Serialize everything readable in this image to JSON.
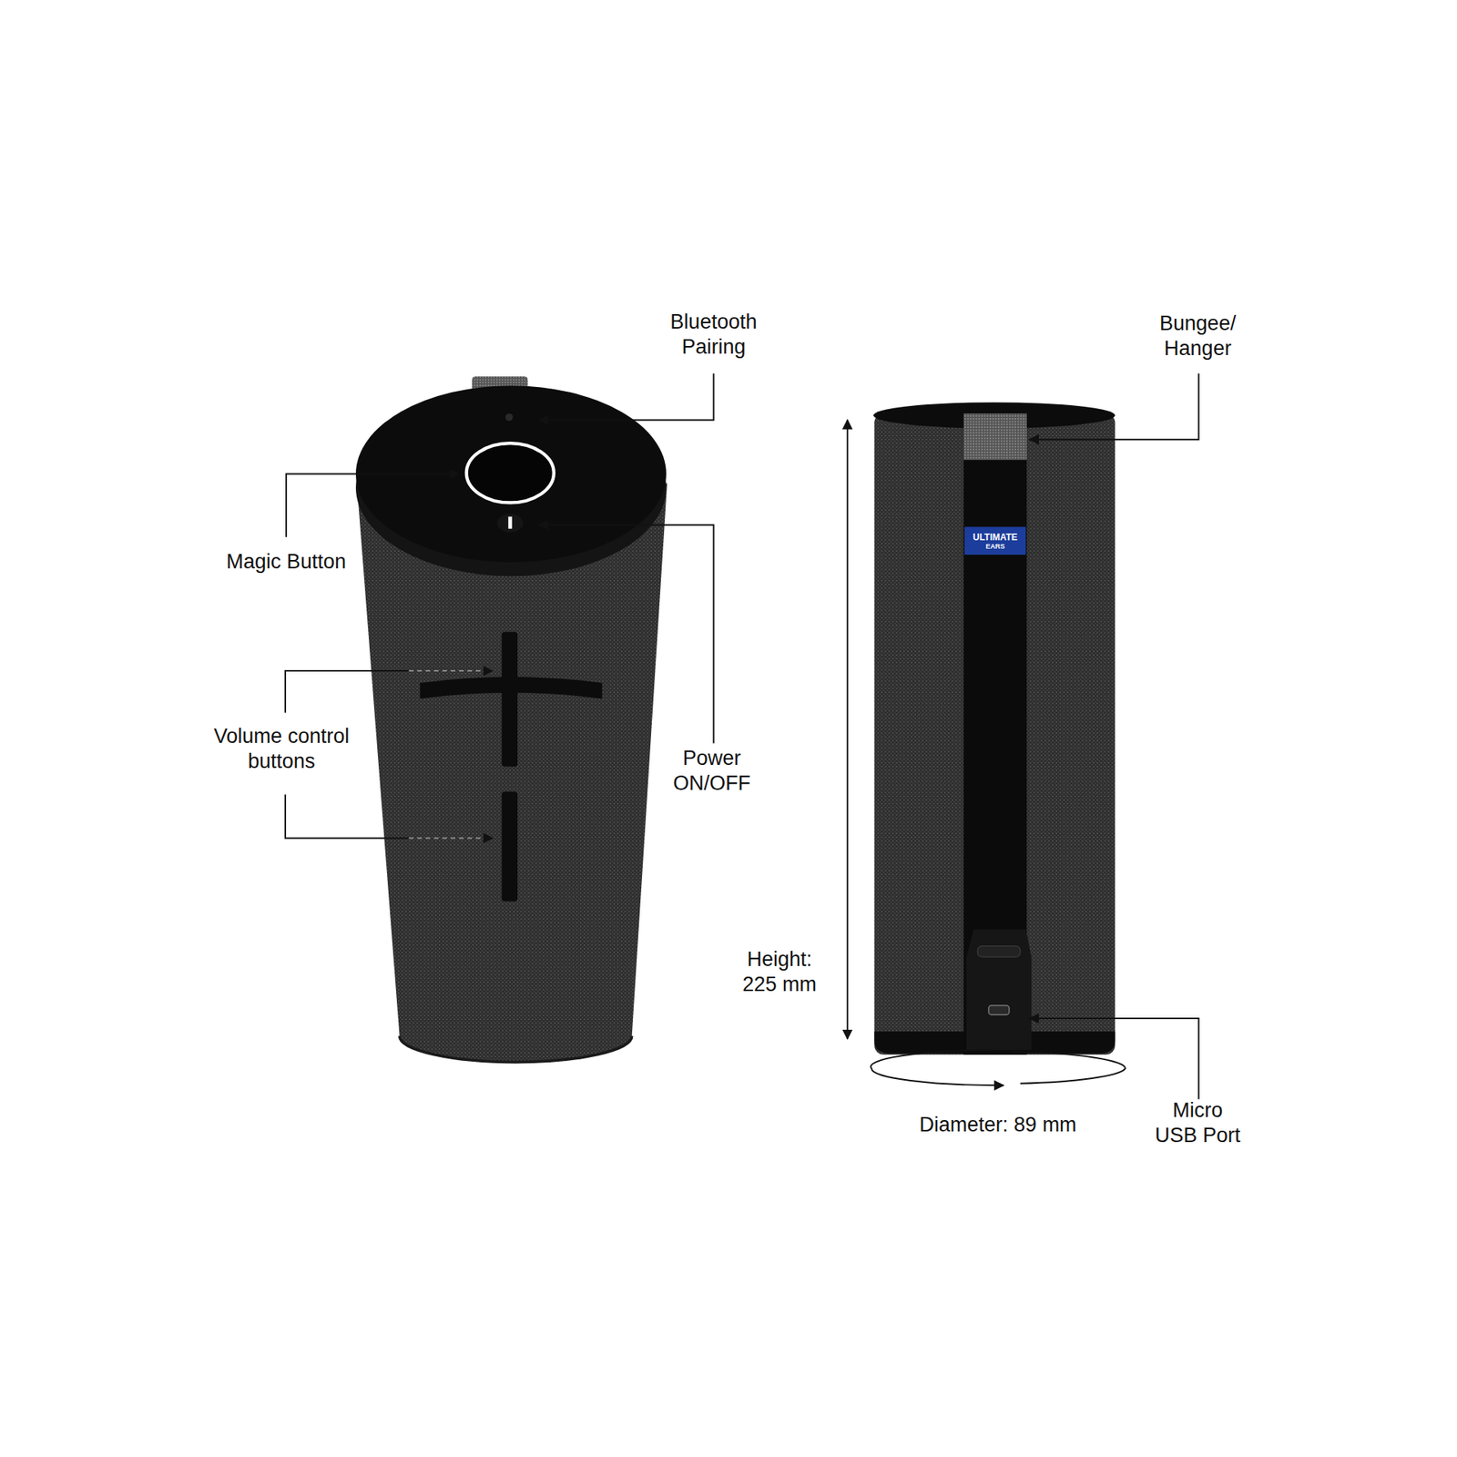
{
  "diagram": {
    "labels": [
      "Bluetooth Pairing",
      "Magic Button",
      "Power ON/OFF",
      "Volume control buttons",
      "Bungee/ Hanger",
      "ULTIMATE",
      "EARS",
      "Height: 225 mm",
      "Diameter: 89 mm",
      "Micro USB Port"
    ]
  }
}
